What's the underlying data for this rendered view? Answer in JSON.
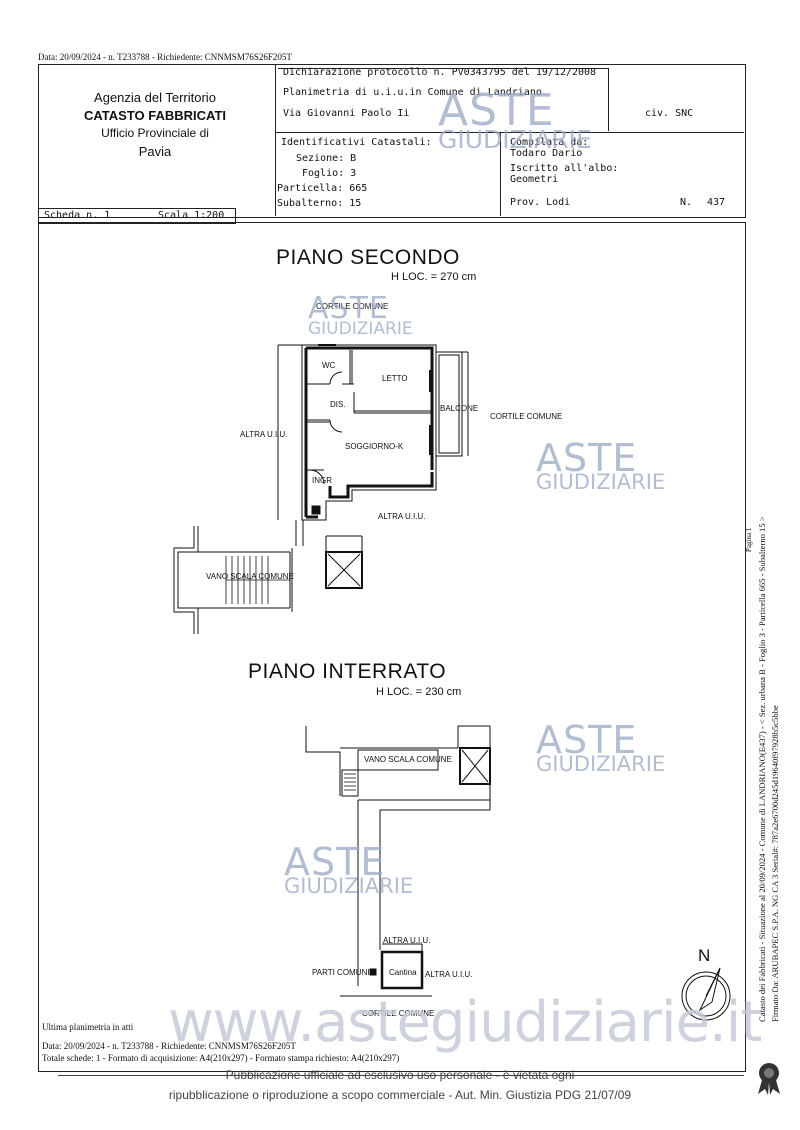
{
  "top_meta": "Data: 20/09/2024 - n. T233788 - Richiedente: CNNMSM76S26F205T",
  "agency": {
    "line1": "Agenzia del Territorio",
    "line2": "CATASTO FABBRICATI",
    "line3": "Ufficio Provinciale di",
    "line4": "Pavia"
  },
  "header": {
    "dichiarazione": "Dichiarazione protocollo n. PV0343795 del  19/12/2008",
    "planimetria": "Planimetria di u.i.u.in Comune di Landriano",
    "via": "Via Giovanni Paolo Ii",
    "civ": "civ. SNC",
    "identificativi": "Identificativi Catastali:",
    "sezione": "Sezione: B",
    "foglio": "Foglio: 3",
    "particella": "Particella: 665",
    "subalterno": "Subalterno: 15",
    "compilata": "Compilata da:",
    "compilatore": "Todaro Dario",
    "iscritto": "Iscritto all'albo:",
    "albo": "Geometri",
    "prov": "Prov. Lodi",
    "n_label": "N.",
    "n_value": "437"
  },
  "scheda": "Scheda n. 1",
  "scala": "Scala 1:200",
  "piano_secondo": {
    "title": "PIANO SECONDO",
    "hloc": "H LOC. = 270 cm",
    "labels": {
      "cortile_top": "CORTILE COMUNE",
      "wc": "WC",
      "letto": "LETTO",
      "dis": "DIS.",
      "balcone": "BALCONE",
      "cortile_right": "CORTILE COMUNE",
      "altra_left": "ALTRA U.I.U.",
      "soggiorno": "SOGGIORNO-K",
      "ingr": "INGR",
      "altra_bottom": "ALTRA U.I.U.",
      "vano_scala": "VANO SCALA COMUNE"
    }
  },
  "piano_interrato": {
    "title": "PIANO INTERRATO",
    "hloc": "H LOC. = 230 cm",
    "labels": {
      "vano_scala": "VANO SCALA COMUNE",
      "altra_top": "ALTRA U.I.U.",
      "parti_comuni": "PARTI COMUNI",
      "cantina": "Cantina",
      "altra_right": "ALTRA U.I.U.",
      "cortile": "CORTILE COMUNE"
    }
  },
  "north_label": "N",
  "footer": {
    "ultima": "Ultima planimetria in atti",
    "data_line": "Data: 20/09/2024 - n. T233788 - Richiedente: CNNMSM76S26F205T",
    "totale": "Totale schede: 1 - Formato di acquisizione: A4(210x297)  - Formato stampa richiesto: A4(210x297)",
    "pubblicazione_1": "Pubblicazione ufficiale ad esclusivo uso personale - è vietata ogni",
    "pubblicazione_2": "ripubblicazione o riproduzione a scopo commerciale - Aut. Min. Giustizia PDG 21/07/09"
  },
  "watermark": {
    "aste": "ASTE",
    "giudiziarie": "GIUDIZIARIE",
    "site": "www.astegiudiziarie.it"
  },
  "side": {
    "catasto": "Catasto dei Fabbricati - Situazione al 20/09/2024 - Comune di LANDRIANO(E437) - < Sez. urbana B - Foglio 3 - Particella 665 - Subalterno 15 >",
    "firmato": "Firmato Da: ARUBAPEC S.P.A. NG CA 3 Serial#: 787a2e6700d245d19640f97928b5c5bbe",
    "small": "Pagina 1"
  },
  "colors": {
    "watermark": "#9aa7c4",
    "ink": "#111111"
  }
}
